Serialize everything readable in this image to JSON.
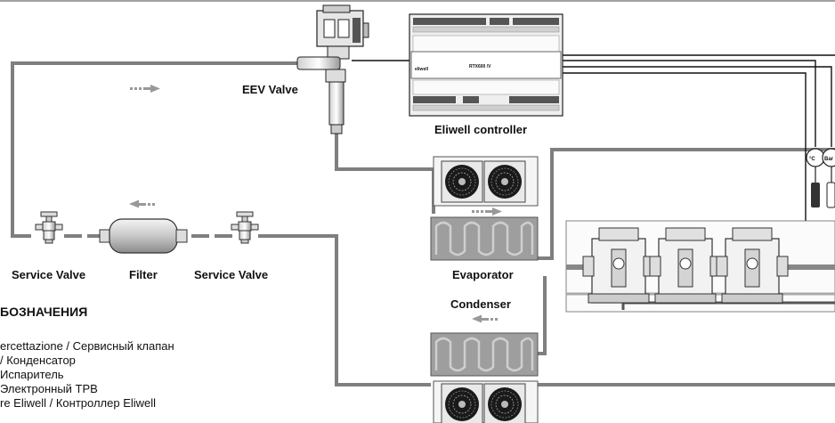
{
  "labels": {
    "eev_valve": "EEV Valve",
    "controller": "Eliwell controller",
    "controller_model": "RTX600 /V",
    "controller_brand": "eliwell",
    "service_valve_left": "Service Valve",
    "filter": "Filter",
    "service_valve_right": "Service Valve",
    "evaporator": "Evaporator",
    "condenser": "Condenser",
    "temp_sensor": "°C",
    "pressure_sensor": "Bar"
  },
  "legend": {
    "title": "БОЗНАЧЕНИЯ",
    "items": [
      "ercettazione / Сервисный клапан",
      "/ Конденсатор",
      "Испаритель",
      "Электронный ТРВ",
      "re Eliwell / Контроллер Eliwell"
    ]
  },
  "colors": {
    "pipe": "#7f7f7f",
    "wire": "#111111",
    "device_fill": "#e6e6e6",
    "exchanger_fill": "#9e9e9e"
  }
}
